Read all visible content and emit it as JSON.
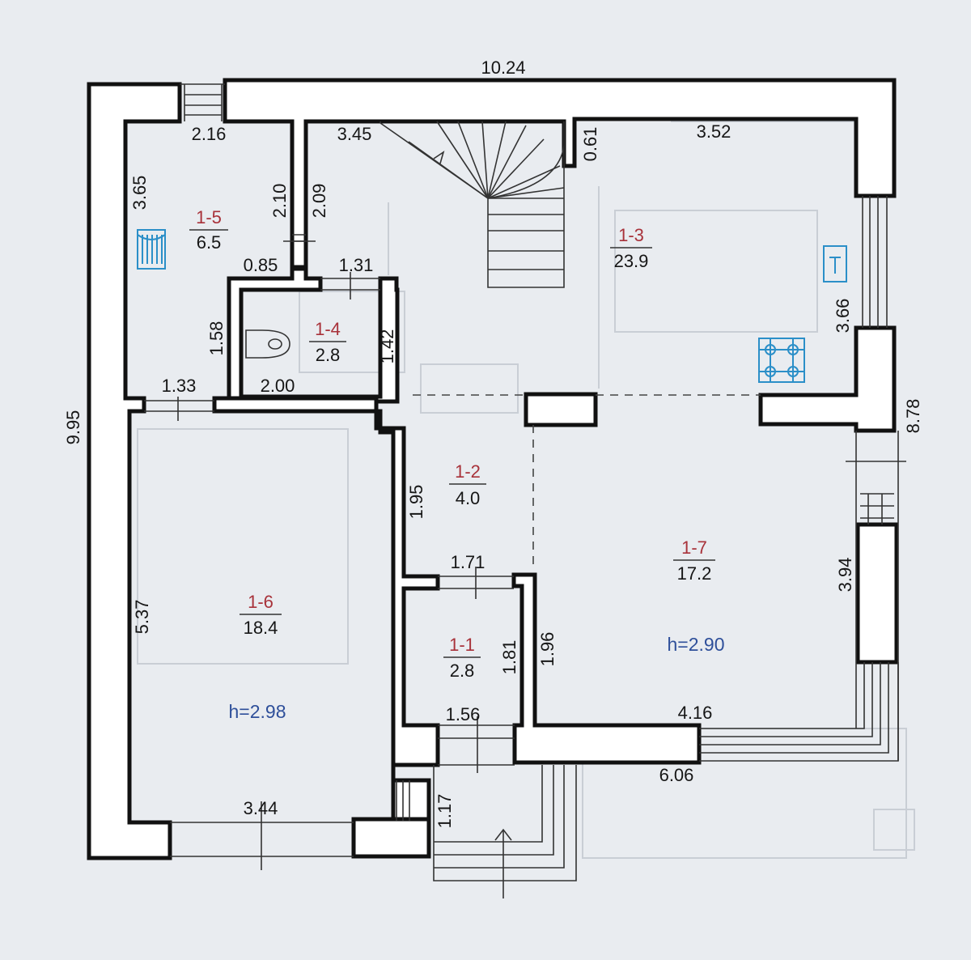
{
  "dimensions": {
    "total_width": "10.24",
    "total_depth": "9.95",
    "right_depth": "8.78",
    "d_2_16": "2.16",
    "d_3_65": "3.65",
    "d_2_10": "2.10",
    "d_2_09": "2.09",
    "d_3_45": "3.45",
    "d_0_61": "0.61",
    "d_3_52": "3.52",
    "d_0_85": "0.85",
    "d_1_31": "1.31",
    "d_1_58": "1.58",
    "d_1_42": "1.42",
    "d_1_33": "1.33",
    "d_2_00": "2.00",
    "d_3_66": "3.66",
    "d_1_95": "1.95",
    "d_1_71": "1.71",
    "d_3_94": "3.94",
    "d_5_37": "5.37",
    "d_1_81": "1.81",
    "d_1_96": "1.96",
    "d_1_56": "1.56",
    "d_4_16": "4.16",
    "d_6_06": "6.06",
    "d_3_44": "3.44",
    "d_1_17": "1.17"
  },
  "rooms": [
    {
      "id": "1-1",
      "area": "2.8"
    },
    {
      "id": "1-2",
      "area": "4.0"
    },
    {
      "id": "1-3",
      "area": "23.9"
    },
    {
      "id": "1-4",
      "area": "2.8"
    },
    {
      "id": "1-5",
      "area": "6.5"
    },
    {
      "id": "1-6",
      "area": "18.4"
    },
    {
      "id": "1-7",
      "area": "17.2"
    }
  ],
  "heights": {
    "left": "h=2.98",
    "right": "h=2.90"
  },
  "icons": {
    "radiator": "radiator-icon",
    "toilet": "toilet-icon",
    "stove": "stove-icon",
    "sink": "sink-icon",
    "stairs": "staircase-icon"
  },
  "colors": {
    "room_number": "#a8323a",
    "height_label": "#2e4f9a",
    "fixture": "#2b8fc8"
  }
}
